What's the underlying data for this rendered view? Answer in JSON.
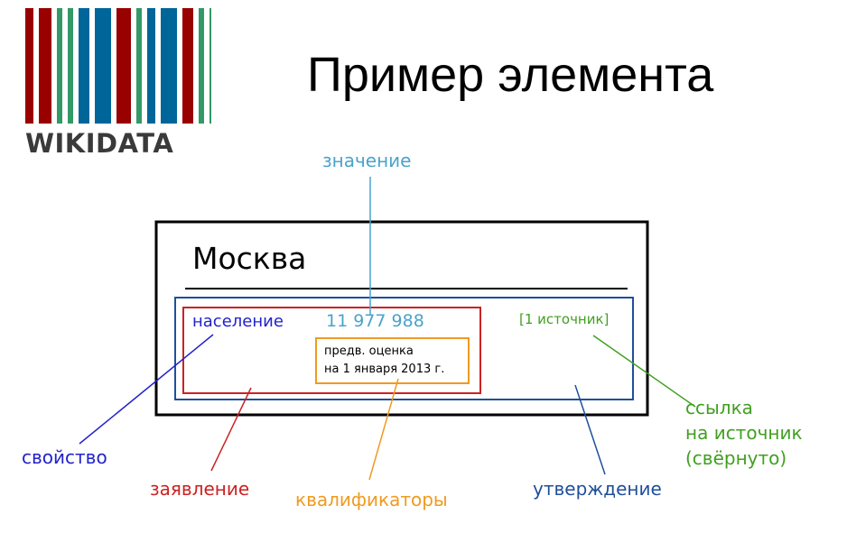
{
  "logo": {
    "text": "WIKIDATA",
    "bar_colors": [
      "#990000",
      "#990000",
      "#339966",
      "#339966",
      "#006699",
      "#006699",
      "#990000",
      "#339966",
      "#006699",
      "#006699",
      "#990000",
      "#339966",
      "#339966"
    ]
  },
  "title": "Пример элемента",
  "item": {
    "name": "Москва",
    "property": "население",
    "value": "11 977 988",
    "qualifier_line1": "предв. оценка",
    "qualifier_line2": "на 1 января 2013 г.",
    "references": "[1 источник]"
  },
  "callouts": {
    "value": "значение",
    "property": "свойство",
    "claim": "заявление",
    "qualifiers": "квалификаторы",
    "statement": "утверждение",
    "reference_line1": "ссылка",
    "reference_line2": "на источник",
    "reference_line3": "(свёрнуто)"
  },
  "colors": {
    "value": "#4aa3cc",
    "property": "#2222cc",
    "claim": "#cc2222",
    "qualifiers": "#f09a20",
    "statement": "#1f4f99",
    "reference": "#40a020"
  }
}
